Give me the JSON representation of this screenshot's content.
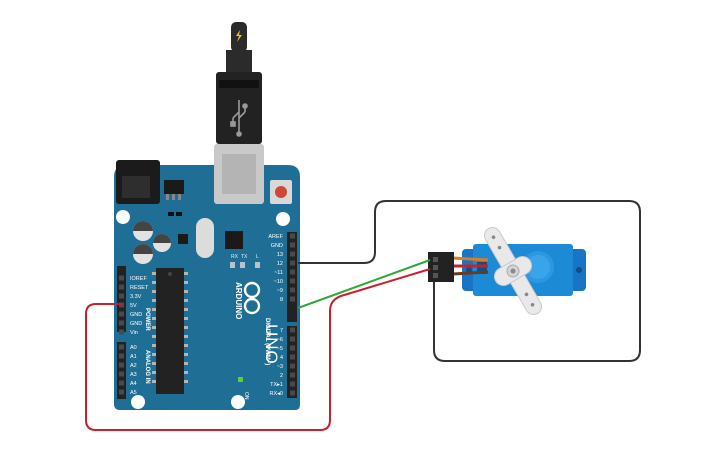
{
  "board": {
    "brand": "ARDUINO",
    "model": "UNO",
    "power_header_title": "POWER",
    "analog_header_title": "ANALOG IN",
    "digital_header_title": "DIGITAL (PWM~)",
    "on_label": "ON",
    "led_labels": [
      "RX",
      "TX",
      "L"
    ],
    "power_pins": [
      "IOREF",
      "RESET",
      "3.3V",
      "5V",
      "GND",
      "GND",
      "Vin"
    ],
    "analog_pins": [
      "A0",
      "A1",
      "A2",
      "A3",
      "A4",
      "A5"
    ],
    "digital_upper_pins": [
      "AREF",
      "GND",
      "13",
      "12",
      "~11",
      "~10",
      "~9",
      "8"
    ],
    "digital_lower_pins": [
      "7",
      "~6",
      "~5",
      "4",
      "~3",
      "2",
      "TX▸1",
      "RX◂0"
    ]
  },
  "wire_colors": {
    "ground": "#333333",
    "signal": "#2fa838",
    "power": "#c8202b",
    "board": "#1f6e95",
    "servo": "#1d8ad6"
  }
}
